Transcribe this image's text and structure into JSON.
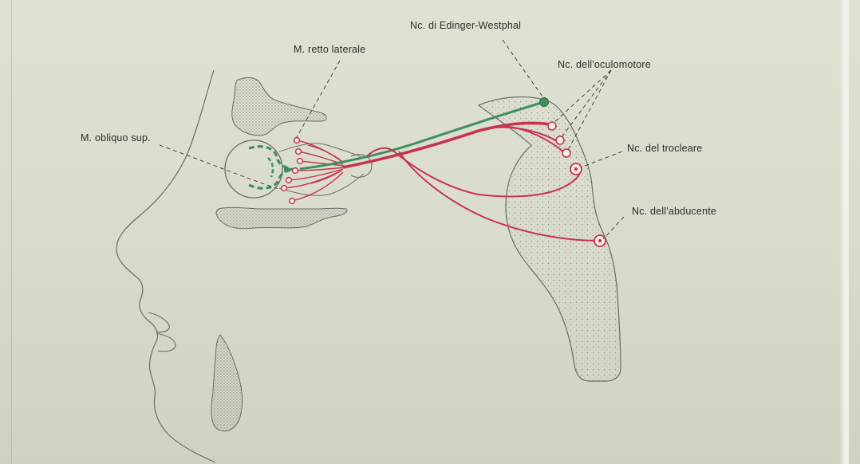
{
  "labels": {
    "edinger_westphal": "Nc. di Edinger-Westphal",
    "retto_laterale": "M. retto laterale",
    "oculomotore": "Nc. dell'oculomotore",
    "obliquo_sup": "M. obliquo sup.",
    "trocleare": "Nc. del trocleare",
    "abducente": "Nc. dell'abducente"
  },
  "colors": {
    "nerve_red": "#c8334e",
    "nerve_green": "#3f8f5e",
    "outline": "#6a6a66",
    "leader": "#333333",
    "stipple": "#8d8f84"
  }
}
